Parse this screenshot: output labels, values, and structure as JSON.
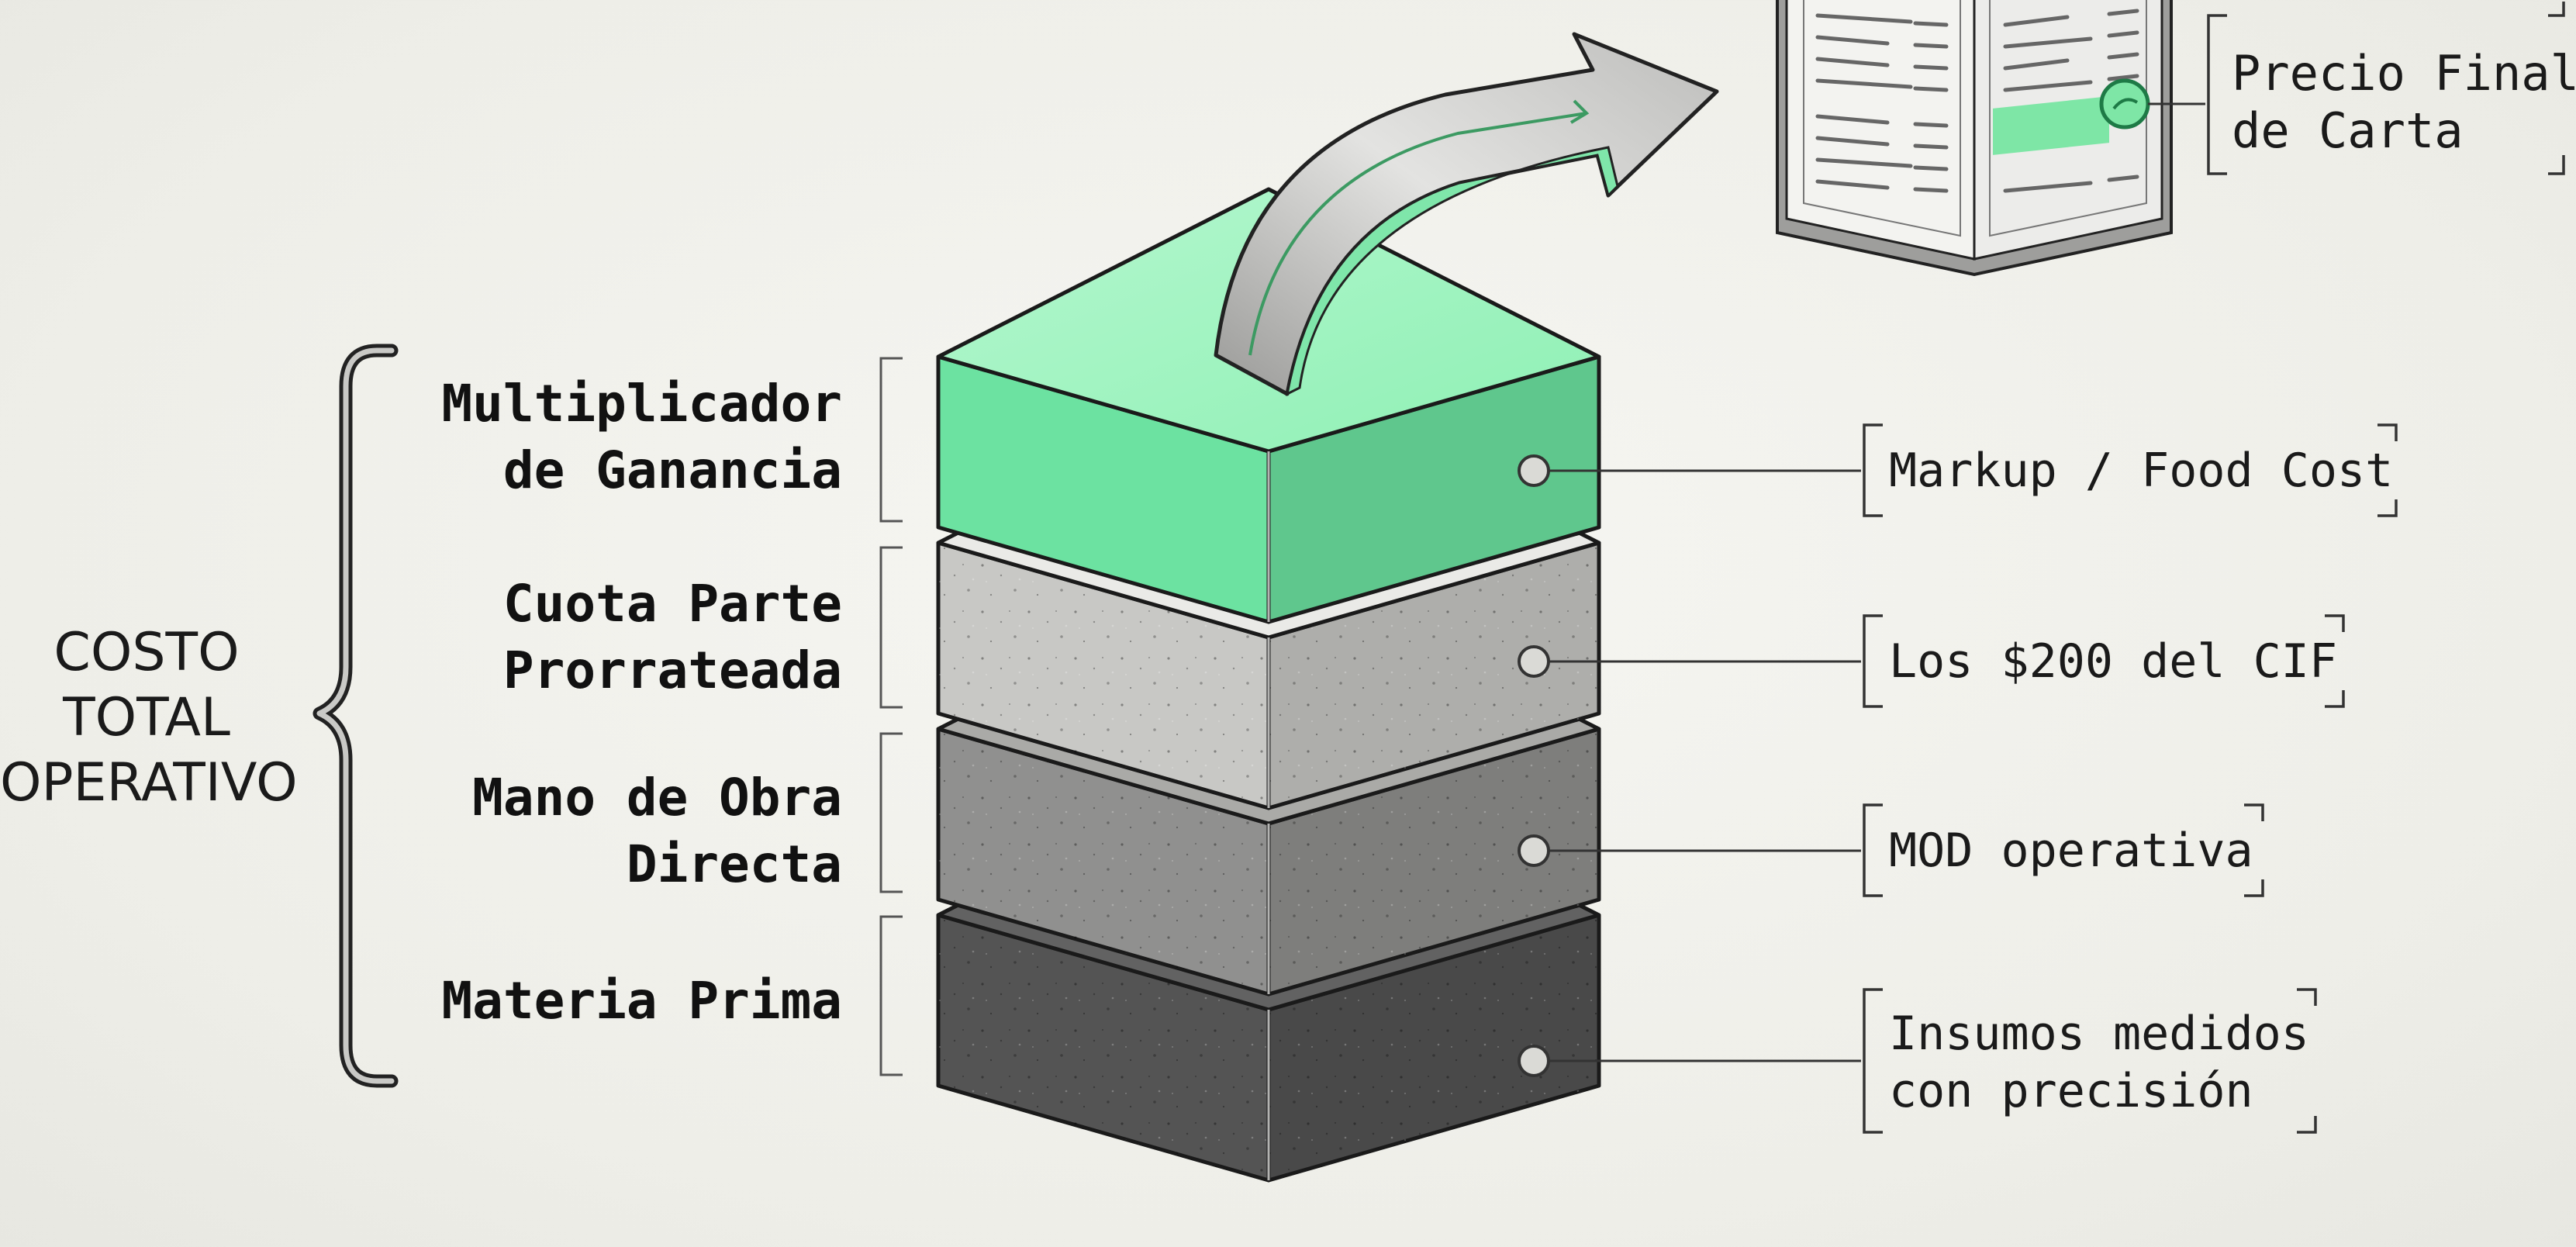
{
  "total_cost": {
    "lines": [
      "COSTO",
      "TOTAL",
      "OPERATIVO"
    ]
  },
  "layers": [
    {
      "name": "profit-multiplier",
      "label_lines": [
        "Multiplicador",
        "de Ganancia"
      ],
      "callout_lines": [
        "Markup / Food Cost"
      ],
      "color": "#6ee7a4"
    },
    {
      "name": "prorated-share",
      "label_lines": [
        "Cuota Parte",
        "Prorrateada"
      ],
      "callout_lines": [
        "Los $200 del CIF"
      ],
      "color": "#d9d9d6"
    },
    {
      "name": "direct-labor",
      "label_lines": [
        "Mano de Obra",
        "Directa"
      ],
      "callout_lines": [
        "MOD operativa"
      ],
      "color": "#9d9d9b"
    },
    {
      "name": "raw-material",
      "label_lines": [
        "Materia Prima"
      ],
      "callout_lines": [
        "Insumos medidos",
        "con precisión"
      ],
      "color": "#5b5b5b"
    }
  ],
  "menu": {
    "callout_lines": [
      "Precio Final",
      "de Carta"
    ],
    "highlight_color": "#7ee6a6"
  },
  "colors": {
    "accent_green": "#6ee7a4",
    "ink": "#161616",
    "background": "#efefea"
  }
}
